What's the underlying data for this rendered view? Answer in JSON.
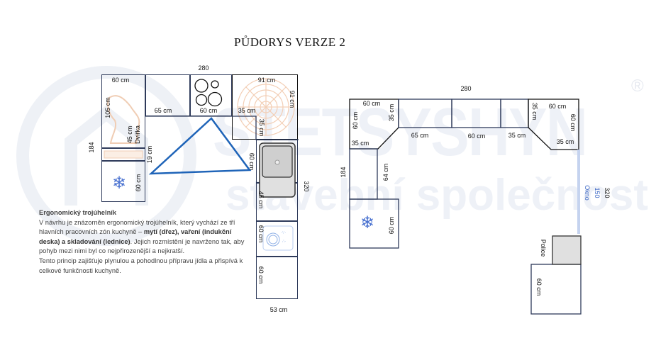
{
  "title": "PŮDORYS VERZE 2",
  "watermark": {
    "brand": "STETSYSHYN",
    "tagline": "stavební společnost",
    "registered": "®"
  },
  "plan1": {
    "width_total": "280",
    "left_total": "184",
    "right_total": "320",
    "bottom_width": "53 cm",
    "corner_left": {
      "top": "60 cm",
      "side": "105 cm",
      "door": "45 cm",
      "door_label": "Dvířka"
    },
    "gap_19": "19 cm",
    "fridge": "60 cm",
    "cab_65": "65 cm",
    "hob": "60 cm",
    "carousel": {
      "top": "91 cm",
      "side": "91 cm",
      "inner_h": "35 cm",
      "inner_v": "35 cm"
    },
    "sink": "60 cm",
    "cab_45": "45 cm",
    "dishwasher": "60 cm",
    "cab_60": "60 cm"
  },
  "description": {
    "heading": "Ergonomický trojúhelník",
    "p1": "V návrhu je znázorněn ergonomický trojúhelník, který vychází ze tří hlavních pracovních zón kuchyně – ",
    "p1_bold": "mytí (dřez), vaření (indukční deska) a skladování (lednice)",
    "p1_end": ". Jejich rozmístění je navrženo tak, aby pohyb mezi nimi byl co nejpřirozenější a nejkratší.",
    "p2": "Tento princip zajišťuje plynulou a pohodlnou přípravu jídla a přispívá k celkové funkčnosti kuchyně."
  },
  "plan2": {
    "width_total": "280",
    "left_total": "184",
    "right_total": "320",
    "window_width": "150",
    "window_label": "Okno",
    "left_corner": {
      "top": "60 cm",
      "side": "60 cm",
      "inner_v": "35 cm",
      "inner_h": "35 cm"
    },
    "cab_65": "65 cm",
    "cab_60": "60 cm",
    "cab_35": "35 cm",
    "right_corner": {
      "top": "60 cm",
      "side": "60 cm",
      "inner_v": "35 cm",
      "inner_h": "35 cm"
    },
    "cab_64": "64 cm",
    "fridge": "60 cm",
    "shelf_label": "Police",
    "bottom_cab": "60 cm"
  },
  "colors": {
    "line": "#2e3a5a",
    "triangle": "#1f64b8",
    "window": "#c5d3ef",
    "shelf": "#e0e0e0"
  }
}
